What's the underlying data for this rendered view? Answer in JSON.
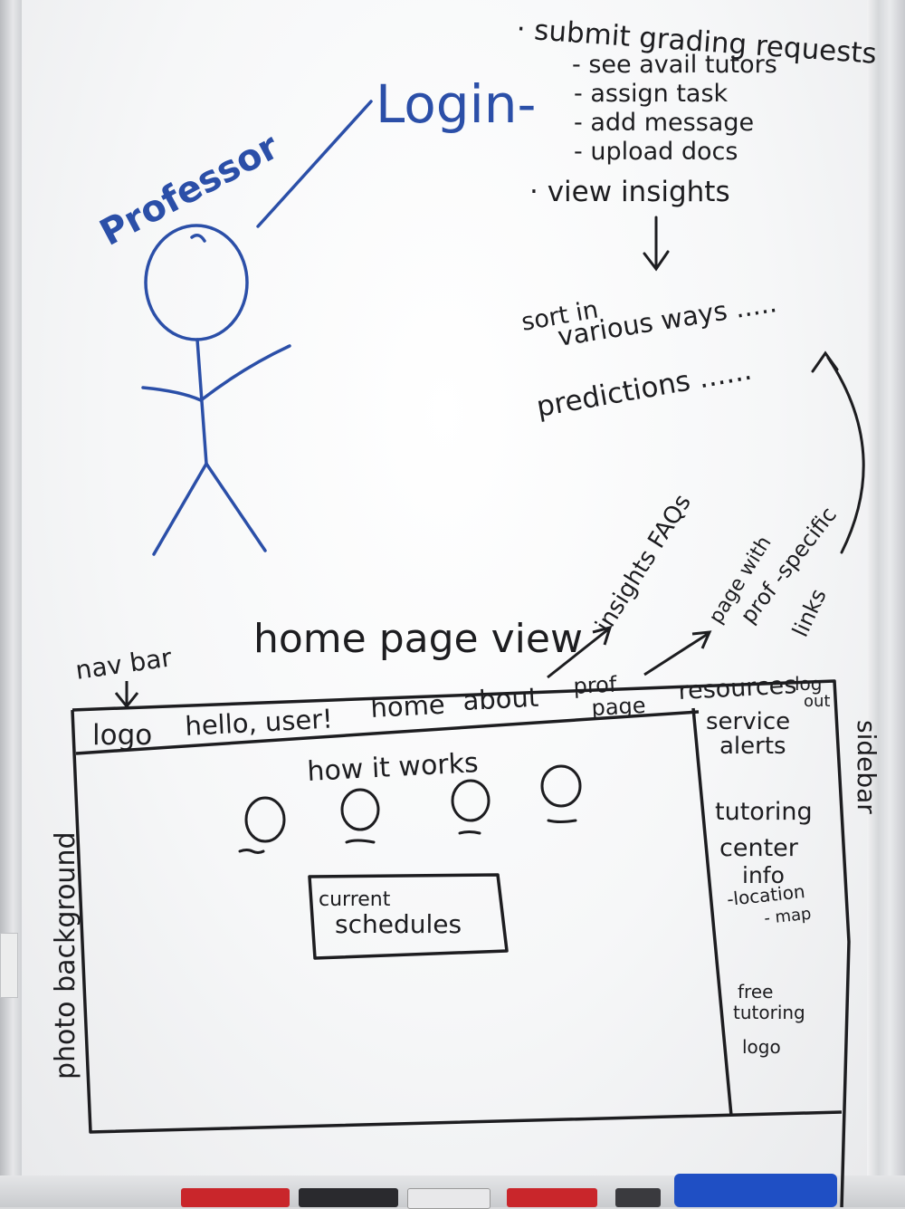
{
  "professor_sketch": {
    "role_label": "Professor",
    "login_label": "Login-"
  },
  "features": {
    "submit": "· submit grading requests",
    "submit_items": [
      "- see avail tutors",
      "- assign task",
      "- add message",
      "- upload docs"
    ],
    "insights": "· view insights",
    "sort_line1": "sort in",
    "sort_line2": "various ways .....",
    "predictions": "predictions ......"
  },
  "wireframe": {
    "title": "home page view",
    "navbar_note": "nav bar",
    "insights_note": "insights FAQs",
    "prof_note_line1": "page with",
    "prof_note_line2": "prof -specific",
    "prof_note_line3": "links",
    "photo_note": "photo background",
    "sidebar_note": "sidebar",
    "nav": {
      "logo": "logo",
      "greeting": "hello, user!",
      "home": "home",
      "about": "about",
      "prof_page_line1": "prof",
      "prof_page_line2": "page",
      "resources": "resources",
      "logout_line1": "log",
      "logout_line2": "out"
    },
    "main": {
      "how_it_works": "how it works",
      "schedules_line1": "current",
      "schedules_line2": "schedules"
    },
    "sidebar": {
      "alerts_line1": "service",
      "alerts_line2": "alerts",
      "center_line1": "tutoring",
      "center_line2": "center",
      "center_line3": "info",
      "center_item1": "-location",
      "center_item2": "- map",
      "free_line1": "free",
      "free_line2": "tutoring",
      "free_line3": "logo"
    }
  },
  "colors": {
    "black_ink": "#1d1d20",
    "blue_ink": "#2b4fa8"
  }
}
